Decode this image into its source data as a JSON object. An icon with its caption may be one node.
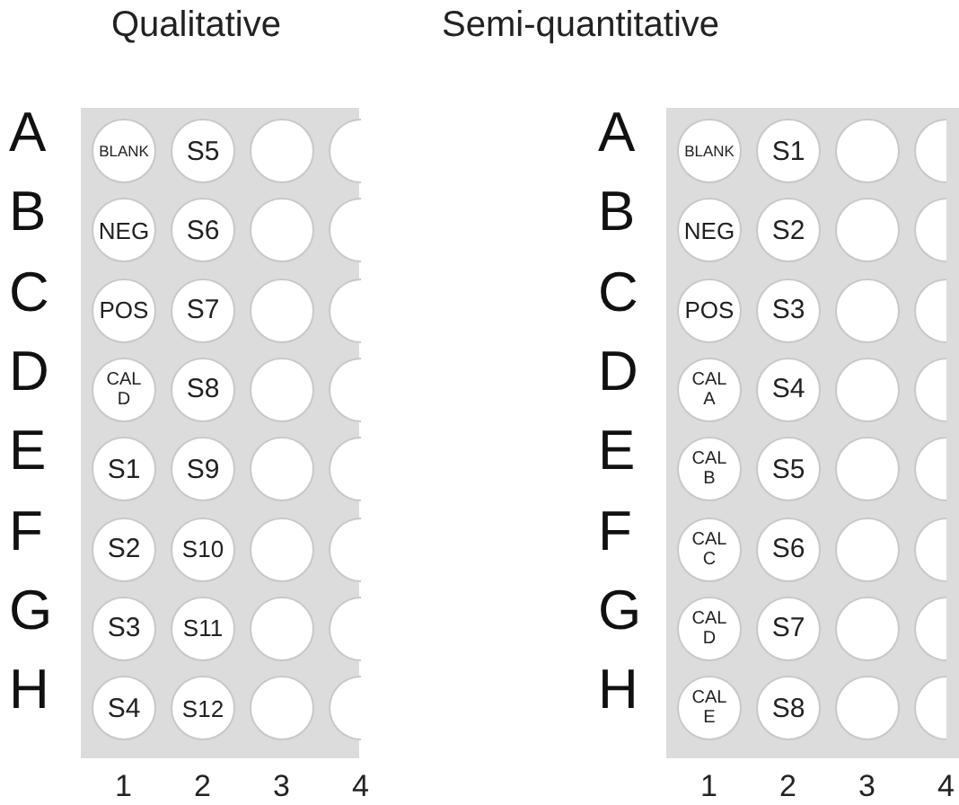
{
  "diagram": {
    "nodes": [
      {
        "text": [
          "Qualitative"
        ]
      },
      {
        "text": [
          "BLANK"
        ],
        "in": 0
      },
      {
        "text": [
          "S5"
        ],
        "in": 0
      },
      {
        "text": [],
        "shape": "circle",
        "in": 0
      },
      {
        "text": [],
        "shape": "circle",
        "in": 0
      },
      {
        "text": [
          "NEG"
        ],
        "in": 0
      },
      {
        "text": [
          "S6"
        ],
        "in": 0
      },
      {
        "text": [],
        "shape": "circle",
        "in": 0
      },
      {
        "text": [],
        "shape": "circle",
        "in": 0
      },
      {
        "text": [
          "POS"
        ],
        "in": 0
      },
      {
        "text": [
          "S7"
        ],
        "in": 0
      },
      {
        "text": [],
        "shape": "circle",
        "in": 0
      },
      {
        "text": [],
        "shape": "circle",
        "in": 0
      },
      {
        "text": [
          "CAL D"
        ],
        "in": 0
      },
      {
        "text": [
          "S8"
        ],
        "in": 0
      },
      {
        "text": [],
        "shape": "circle",
        "in": 0
      },
      {
        "text": [],
        "shape": "circle",
        "in": 0
      },
      {
        "text": [
          "S1"
        ],
        "in": 0
      },
      {
        "text": [
          "S9"
        ],
        "in": 0
      },
      {
        "text": [],
        "shape": "circle",
        "in": 0
      },
      {
        "text": [],
        "shape": "circle",
        "in": 0
      },
      {
        "text": [
          "S2"
        ],
        "in": 0
      },
      {
        "text": [
          "S10"
        ],
        "in": 0
      },
      {
        "text": [],
        "shape": "circle",
        "in": 0
      },
      {
        "text": [],
        "shape": "circle",
        "in": 0
      },
      {
        "text": [
          "S3"
        ],
        "in": 0
      },
      {
        "text": [
          "S11"
        ],
        "in": 0
      },
      {
        "text": [],
        "shape": "circle",
        "in": 0
      },
      {
        "text": [],
        "shape": "circle",
        "in": 0
      },
      {
        "text": [
          "S4"
        ],
        "in": 0
      },
      {
        "text": [
          "S12"
        ],
        "in": 0
      },
      {
        "text": [],
        "shape": "circle",
        "in": 0
      },
      {
        "text": [],
        "shape": "circle",
        "in": 0
      },
      {
        "text": [
          "Semi-quantitative"
        ]
      },
      {
        "text": [
          "BLANK"
        ],
        "in": 33
      },
      {
        "text": [
          "S1"
        ],
        "in": 33
      },
      {
        "text": [],
        "shape": "circle",
        "in": 33
      },
      {
        "text": [],
        "shape": "circle",
        "in": 33
      },
      {
        "text": [
          "NEG"
        ],
        "in": 33
      },
      {
        "text": [
          "S2"
        ],
        "in": 33
      },
      {
        "text": [],
        "shape": "circle",
        "in": 33
      },
      {
        "text": [],
        "shape": "circle",
        "in": 33
      },
      {
        "text": [
          "POS"
        ],
        "in": 33
      },
      {
        "text": [
          "S3"
        ],
        "in": 33
      },
      {
        "text": [],
        "shape": "circle",
        "in": 33
      },
      {
        "text": [],
        "shape": "circle",
        "in": 33
      },
      {
        "text": [
          "CAL A"
        ],
        "in": 33
      },
      {
        "text": [
          "S4"
        ],
        "in": 33
      },
      {
        "text": [],
        "shape": "circle",
        "in": 33
      },
      {
        "text": [],
        "shape": "circle",
        "in": 33
      },
      {
        "text": [
          "CAL B"
        ],
        "in": 33
      },
      {
        "text": [
          "S5"
        ],
        "in": 33
      },
      {
        "text": [],
        "shape": "circle",
        "in": 33
      },
      {
        "text": [],
        "shape": "circle",
        "in": 33
      },
      {
        "text": [
          "CAL C"
        ],
        "in": 33
      },
      {
        "text": [
          "S6"
        ],
        "in": 33
      },
      {
        "text": [],
        "shape": "circle",
        "in": 33
      },
      {
        "text": [],
        "shape": "circle",
        "in": 33
      },
      {
        "text": [
          "CAL D"
        ],
        "in": 33
      },
      {
        "text": [
          "S7"
        ],
        "in": 33
      },
      {
        "text": [],
        "shape": "circle",
        "in": 33
      },
      {
        "text": [],
        "shape": "circle",
        "in": 33
      },
      {
        "text": [
          "CAL E"
        ],
        "in": 33
      },
      {
        "text": [
          "S8"
        ],
        "in": 33
      },
      {
        "text": [],
        "shape": "circle",
        "in": 33
      },
      {
        "text": [],
        "shape": "circle",
        "in": 33
      }
    ],
    "labels": [
      "A",
      "B",
      "C",
      "D",
      "E",
      "F",
      "G",
      "H",
      "1",
      "2",
      "3",
      "4",
      "A",
      "B",
      "C",
      "D",
      "E",
      "F",
      "G",
      "H",
      "1",
      "2",
      "3",
      "4"
    ]
  }
}
